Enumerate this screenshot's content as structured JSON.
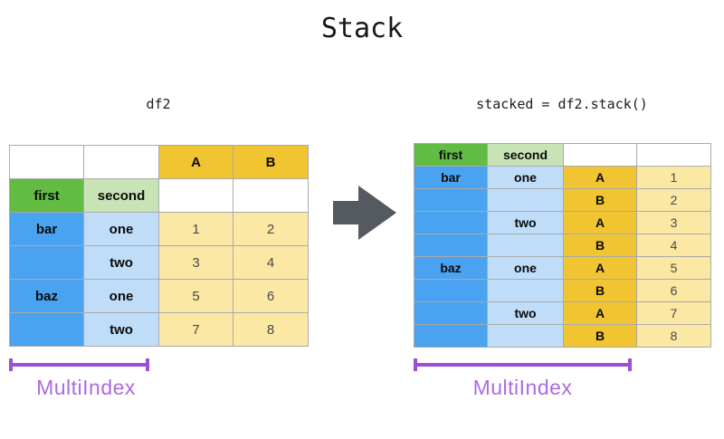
{
  "title": "Stack",
  "left_panel": {
    "caption": "df2",
    "multiindex_label": "MultiIndex",
    "table": {
      "rows": [
        [
          "",
          "",
          "A",
          "B"
        ],
        [
          "first",
          "second",
          "",
          ""
        ],
        [
          "bar",
          "one",
          "1",
          "2"
        ],
        [
          "",
          "two",
          "3",
          "4"
        ],
        [
          "baz",
          "one",
          "5",
          "6"
        ],
        [
          "",
          "two",
          "7",
          "8"
        ]
      ]
    }
  },
  "right_panel": {
    "caption": "stacked = df2.stack()",
    "multiindex_label": "MultiIndex",
    "table": {
      "rows": [
        [
          "first",
          "second",
          "",
          ""
        ],
        [
          "bar",
          "one",
          "A",
          "1"
        ],
        [
          "",
          "",
          "B",
          "2"
        ],
        [
          "",
          "two",
          "A",
          "3"
        ],
        [
          "",
          "",
          "B",
          "4"
        ],
        [
          "baz",
          "one",
          "A",
          "5"
        ],
        [
          "",
          "",
          "B",
          "6"
        ],
        [
          "",
          "two",
          "A",
          "7"
        ],
        [
          "",
          "",
          "B",
          "8"
        ]
      ]
    }
  },
  "colors": {
    "gold": "#F1C431",
    "light-yellow": "#FAE8A4",
    "green": "#62BC43",
    "light-green": "#C8E4B6",
    "blue": "#49A3F1",
    "light-blue": "#BFDDF9",
    "purple": "#9C50D4",
    "purple-text": "#AC6CE0",
    "arrow": "#555A61",
    "grid": "#AAAAAA"
  }
}
